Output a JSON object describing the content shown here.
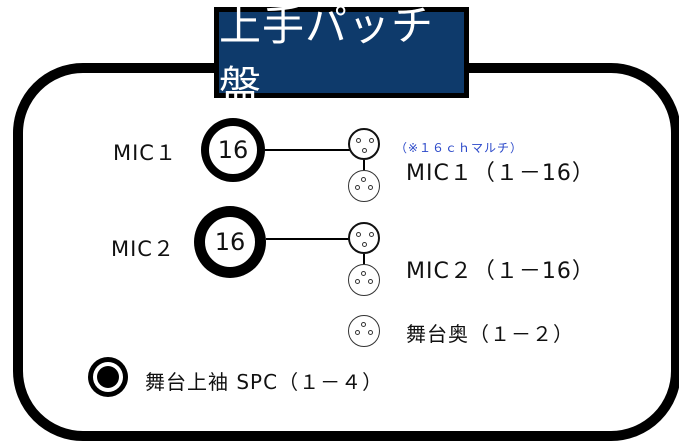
{
  "title": "上手パッチ盤",
  "colors": {
    "title_bg": "#0e3a6b",
    "title_text": "#ffffff",
    "note_text": "#2a48c9",
    "border": "#000000"
  },
  "inputs": [
    {
      "label": "MIC１",
      "channels": "16"
    },
    {
      "label": "MIC２",
      "channels": "16"
    }
  ],
  "note": "（※１６ｃｈマルチ）",
  "outputs": [
    {
      "label": "MIC１（１－16）"
    },
    {
      "label": "MIC２（１－16）"
    },
    {
      "label": "舞台奥（１－２）"
    }
  ],
  "spc": {
    "label": "舞台上袖 SPC（１－４）",
    "icon": "bnc-connector-icon"
  }
}
